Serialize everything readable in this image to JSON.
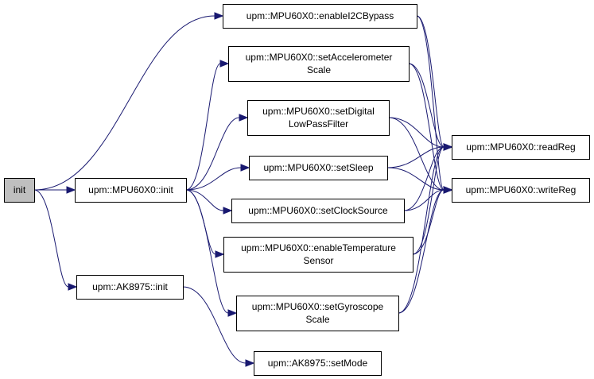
{
  "nodes": {
    "root": {
      "lines": [
        "init"
      ]
    },
    "mpu_init": {
      "lines": [
        "upm::MPU60X0::init"
      ]
    },
    "ak_init": {
      "lines": [
        "upm::AK8975::init"
      ]
    },
    "enable_i2c": {
      "lines": [
        "upm::MPU60X0::enableI2CBypass"
      ]
    },
    "set_accel": {
      "lines": [
        "upm::MPU60X0::setAccelerometer",
        "Scale"
      ]
    },
    "set_dlpf": {
      "lines": [
        "upm::MPU60X0::setDigital",
        "LowPassFilter"
      ]
    },
    "set_sleep": {
      "lines": [
        "upm::MPU60X0::setSleep"
      ]
    },
    "set_clock": {
      "lines": [
        "upm::MPU60X0::setClockSource"
      ]
    },
    "enable_temp": {
      "lines": [
        "upm::MPU60X0::enableTemperature",
        "Sensor"
      ]
    },
    "set_gyro": {
      "lines": [
        "upm::MPU60X0::setGyroscope",
        "Scale"
      ]
    },
    "set_mode": {
      "lines": [
        "upm::AK8975::setMode"
      ]
    },
    "read_reg": {
      "lines": [
        "upm::MPU60X0::readReg"
      ]
    },
    "write_reg": {
      "lines": [
        "upm::MPU60X0::writeReg"
      ]
    }
  },
  "edges": [
    [
      "root",
      "enable_i2c"
    ],
    [
      "root",
      "mpu_init"
    ],
    [
      "root",
      "ak_init"
    ],
    [
      "mpu_init",
      "set_accel"
    ],
    [
      "mpu_init",
      "set_dlpf"
    ],
    [
      "mpu_init",
      "set_sleep"
    ],
    [
      "mpu_init",
      "set_clock"
    ],
    [
      "mpu_init",
      "enable_temp"
    ],
    [
      "mpu_init",
      "set_gyro"
    ],
    [
      "ak_init",
      "set_mode"
    ],
    [
      "enable_i2c",
      "read_reg"
    ],
    [
      "enable_i2c",
      "write_reg"
    ],
    [
      "set_accel",
      "read_reg"
    ],
    [
      "set_accel",
      "write_reg"
    ],
    [
      "set_dlpf",
      "read_reg"
    ],
    [
      "set_dlpf",
      "write_reg"
    ],
    [
      "set_sleep",
      "read_reg"
    ],
    [
      "set_sleep",
      "write_reg"
    ],
    [
      "set_clock",
      "read_reg"
    ],
    [
      "set_clock",
      "write_reg"
    ],
    [
      "enable_temp",
      "read_reg"
    ],
    [
      "enable_temp",
      "write_reg"
    ],
    [
      "set_gyro",
      "read_reg"
    ],
    [
      "set_gyro",
      "write_reg"
    ]
  ],
  "colors": {
    "edge": "#191970",
    "root_fill": "#bfbfbf",
    "node_fill": "#ffffff",
    "node_stroke": "#000000"
  }
}
